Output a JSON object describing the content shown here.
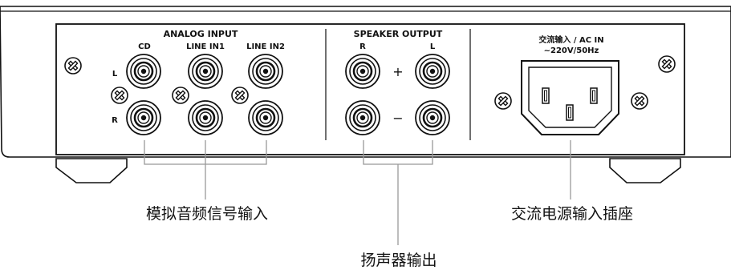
{
  "panel": {
    "analog_title": "ANALOG INPUT",
    "col_cd": "CD",
    "col_line1": "LINE IN1",
    "col_line2": "LINE IN2",
    "row_left": "L",
    "row_right": "R",
    "speaker_title": "SPEAKER OUTPUT",
    "speaker_r": "R",
    "speaker_l": "L",
    "plus": "+",
    "minus": "−",
    "ac_title": "交流输入 / AC IN",
    "ac_voltage": "~220V/50Hz"
  },
  "callouts": {
    "analog_input": "模拟音频信号输入",
    "speaker_output": "扬声器输出",
    "ac_socket": "交流电源输入插座"
  }
}
